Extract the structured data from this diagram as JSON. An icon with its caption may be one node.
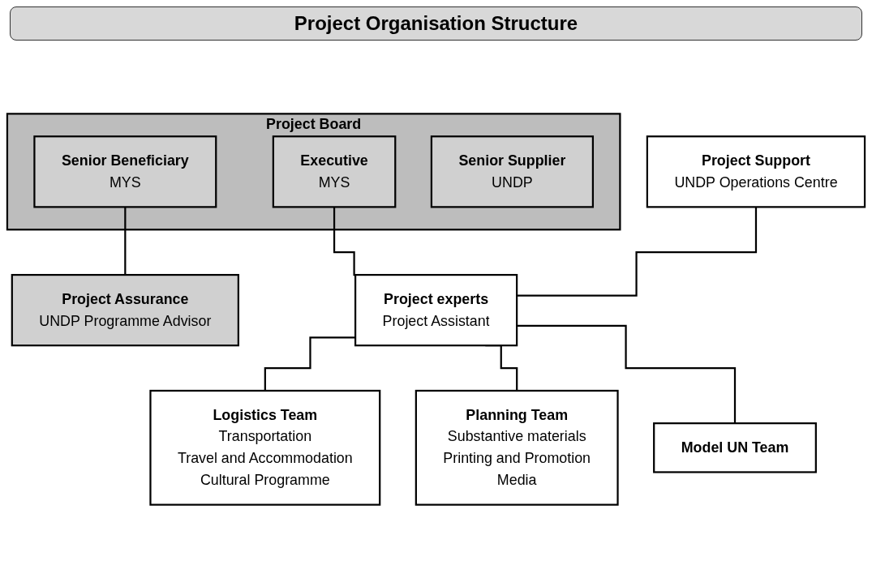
{
  "diagram": {
    "title": "Project Organisation Structure",
    "nodes": [
      {
        "text": [
          "Project Board"
        ]
      },
      {
        "text": [
          "Senior Beneficiary",
          "MYS"
        ],
        "in": 0
      },
      {
        "text": [
          "Executive",
          "MYS"
        ],
        "in": 0
      },
      {
        "text": [
          "Senior Supplier",
          "UNDP"
        ],
        "in": 0
      },
      {
        "text": [
          "Project Assurance",
          "UNDP Programme Advisor"
        ]
      },
      {
        "text": [
          "Project experts",
          "Project Assistant"
        ]
      },
      {
        "text": [
          "Project Support",
          "UNDP Operations Centre"
        ]
      },
      {
        "text": [
          "Logistics Team",
          "Transportation",
          "Travel and Accommodation",
          "Cultural Programme"
        ]
      },
      {
        "text": [
          "Planning Team",
          "Substantive materials",
          "Printing and Promotion",
          "Media"
        ]
      },
      {
        "text": [
          "Model UN Team"
        ]
      }
    ],
    "edges": [
      {
        "from": 1,
        "to": 4,
        "arrow": "none"
      },
      {
        "from": 2,
        "to": 5,
        "arrow": "none"
      },
      {
        "from": 5,
        "to": 6,
        "arrow": "none"
      },
      {
        "from": 5,
        "to": 7,
        "arrow": "none"
      },
      {
        "from": 5,
        "to": 8,
        "arrow": "none"
      },
      {
        "from": 5,
        "to": 9,
        "arrow": "none"
      }
    ]
  }
}
